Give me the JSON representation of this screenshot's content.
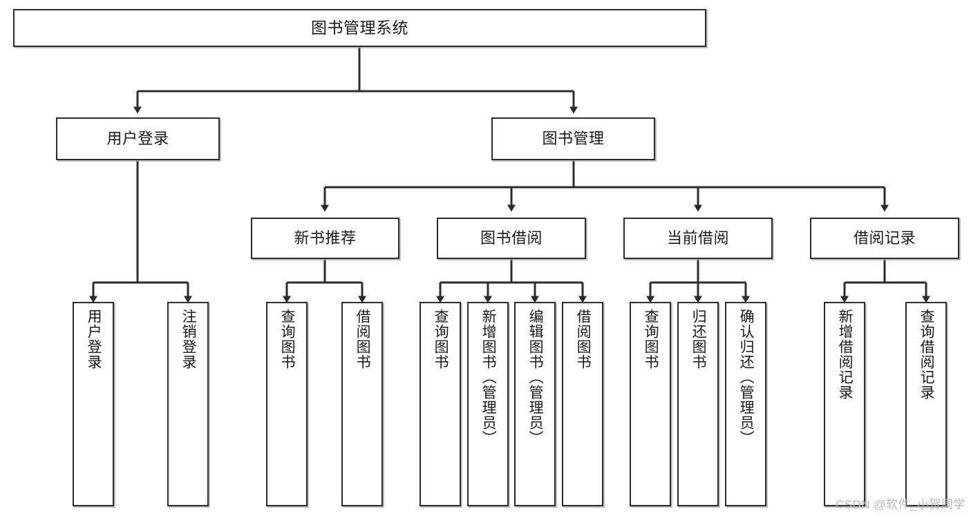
{
  "diagram": {
    "title": "图书管理系统",
    "type": "tree",
    "watermark": "CSDN @软件_小贺同学",
    "colors": {
      "box_border": "#2b2b2b",
      "box_fill": "#ffffff",
      "edge": "#2b2b2b",
      "watermark": "#b9b9b9"
    },
    "nodes": {
      "root": {
        "label": "图书管理系统"
      },
      "level1": [
        {
          "id": "user-login",
          "label": "用户登录"
        },
        {
          "id": "book-manage",
          "label": "图书管理"
        }
      ],
      "level2": [
        {
          "id": "new-book-recommend",
          "label": "新书推荐"
        },
        {
          "id": "book-borrow",
          "label": "图书借阅"
        },
        {
          "id": "current-borrow",
          "label": "当前借阅"
        },
        {
          "id": "borrow-record",
          "label": "借阅记录"
        }
      ],
      "leaves": {
        "user-login": [
          {
            "id": "leaf-user-login",
            "label": "用户登录"
          },
          {
            "id": "leaf-logout",
            "label": "注销登录"
          }
        ],
        "new-book-recommend": [
          {
            "id": "leaf-query-book-1",
            "label": "查询图书"
          },
          {
            "id": "leaf-borrow-book-1",
            "label": "借阅图书"
          }
        ],
        "book-borrow": [
          {
            "id": "leaf-query-book-2",
            "label": "查询图书"
          },
          {
            "id": "leaf-add-book",
            "label": "新增图书（管理员）"
          },
          {
            "id": "leaf-edit-book",
            "label": "编辑图书（管理员）"
          },
          {
            "id": "leaf-borrow-book-2",
            "label": "借阅图书"
          }
        ],
        "current-borrow": [
          {
            "id": "leaf-query-book-3",
            "label": "查询图书"
          },
          {
            "id": "leaf-return-book",
            "label": "归还图书"
          },
          {
            "id": "leaf-confirm-return",
            "label": "确认归还（管理员）"
          }
        ],
        "borrow-record": [
          {
            "id": "leaf-add-record",
            "label": "新增借阅记录"
          },
          {
            "id": "leaf-query-record",
            "label": "查询借阅记录"
          }
        ]
      }
    }
  }
}
